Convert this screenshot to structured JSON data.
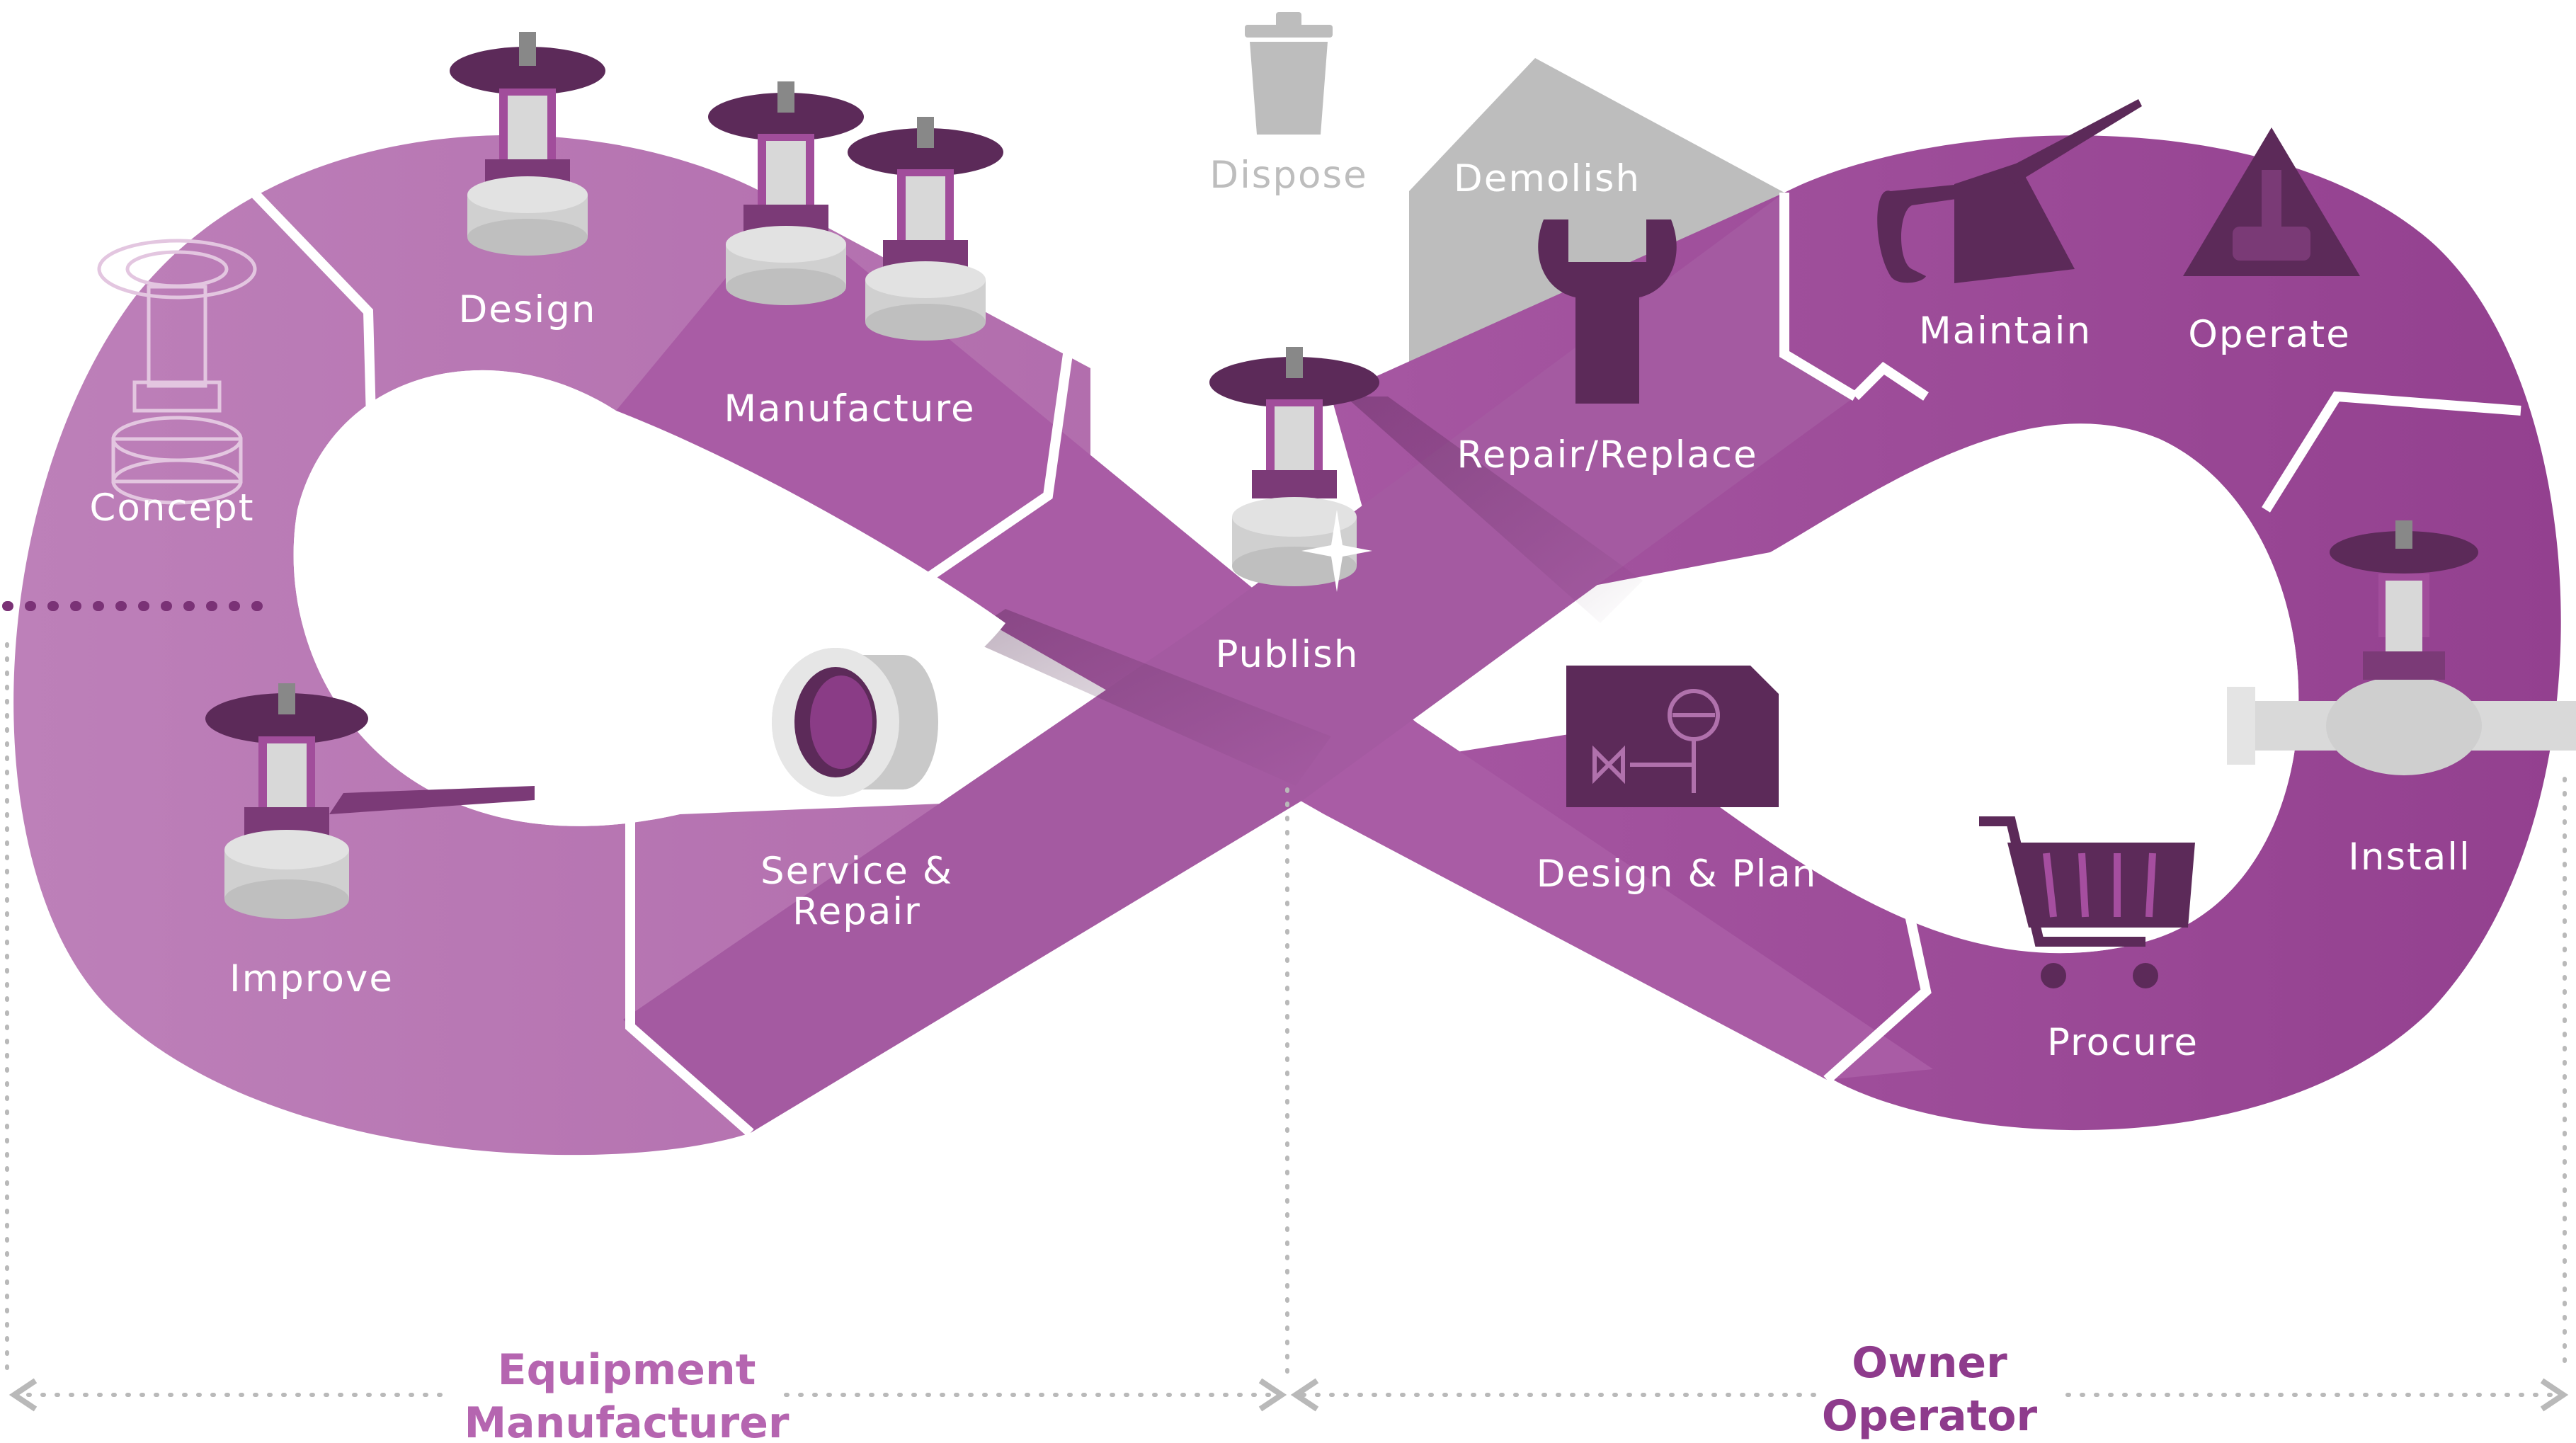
{
  "title": "",
  "colors": {
    "left_loop": "#b877b4",
    "right_loop": "#9a4496",
    "dark_purple": "#5c2a59",
    "gray": "#bdbdbd",
    "manufacturer_label": "#b565b0",
    "operator_label": "#8e3b8c"
  },
  "stages": {
    "concept": "Concept",
    "design": "Design",
    "manufacture": "Manufacture",
    "publish": "Publish",
    "service_repair_line1": "Service &",
    "service_repair_line2": "Repair",
    "improve": "Improve",
    "dispose": "Dispose",
    "demolish": "Demolish",
    "repair_replace": "Repair/Replace",
    "maintain": "Maintain",
    "operate": "Operate",
    "install": "Install",
    "procure": "Procure",
    "design_plan": "Design & Plan"
  },
  "roles": {
    "manufacturer_line1": "Equipment",
    "manufacturer_line2": "Manufacturer",
    "operator_line1": "Owner",
    "operator_line2": "Operator"
  },
  "icons": {
    "concept": "valve-outline-icon",
    "design": "valve-icon",
    "manufacture": "two-valves-icon",
    "publish": "valve-sparkle-icon",
    "service_repair": "seal-ring-icon",
    "improve": "ball-valve-icon",
    "dispose": "trash-bin-icon",
    "repair_replace": "wrench-icon",
    "maintain": "oil-can-icon",
    "operate": "warning-hand-icon",
    "install": "pipe-valve-icon",
    "procure": "shopping-cart-icon",
    "design_plan": "schematic-document-icon"
  }
}
